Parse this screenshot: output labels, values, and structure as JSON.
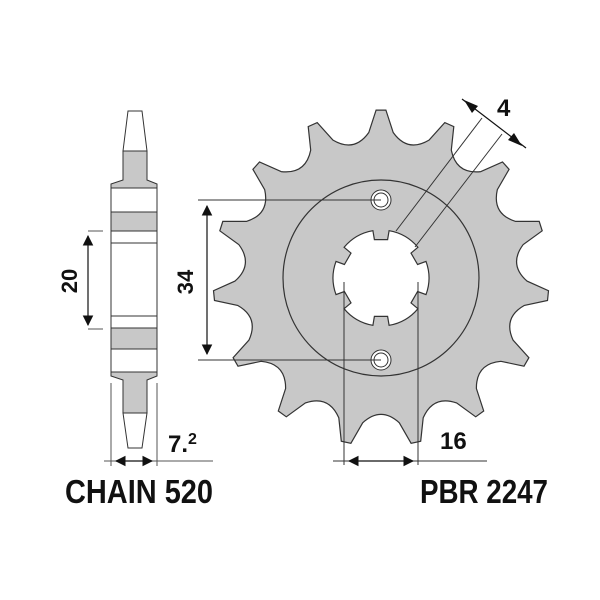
{
  "labels": {
    "chain": "CHAIN 520",
    "part_number": "PBR 2247"
  },
  "dimensions": {
    "hub_width": "20",
    "bolt_spacing": "34",
    "thickness_main": "7.",
    "thickness_sup": "2",
    "spline_width": "16",
    "tooth_width": "4"
  },
  "sprocket": {
    "teeth": 15,
    "fill": "#c8c8c8",
    "stroke": "#333333"
  }
}
